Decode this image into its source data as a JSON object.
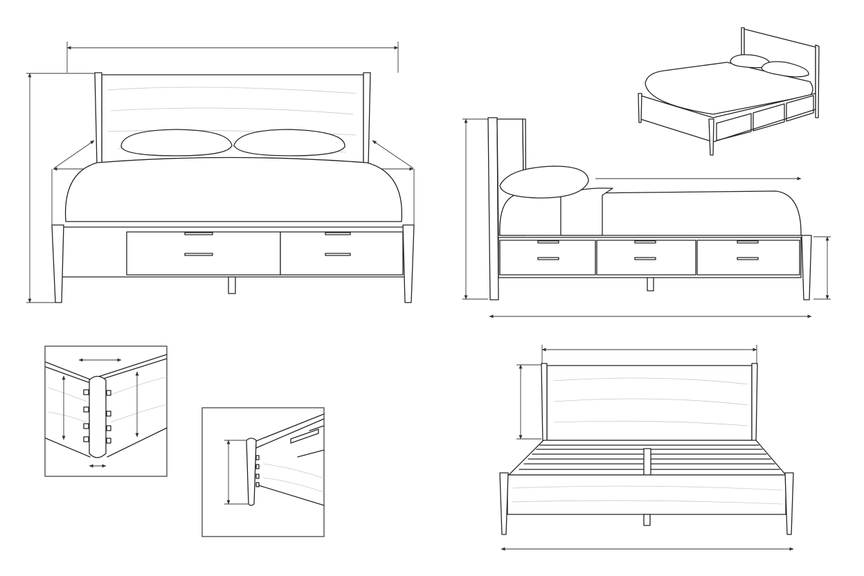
{
  "drawing": {
    "views": [
      "front-elevation",
      "side-elevation",
      "isometric",
      "corner-joint-detail",
      "leg-joint-detail",
      "frame-slats-view"
    ],
    "colors": {
      "line": "#222222",
      "grain": "#c8c8c8",
      "background": "#ffffff"
    }
  }
}
